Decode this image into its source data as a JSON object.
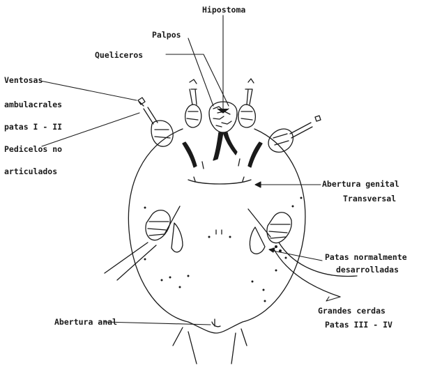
{
  "labels": {
    "hipostoma": "Hipostoma",
    "palpos": "Palpos",
    "queliceros": "Queliceros",
    "ventosas_line1": "Ventosas",
    "ventosas_line2": "ambulacrales",
    "ventosas_line3": "patas I - II",
    "pedicelos_line1": "Pedicelos no",
    "pedicelos_line2": "articulados",
    "abertura_genital_line1": "Abertura genital",
    "abertura_genital_line2": "Transversal",
    "patas_line1": "Patas normalmente",
    "patas_line2": "desarrolladas",
    "cerdas_line1": "Grandes cerdas",
    "cerdas_line2": "Patas III - IV",
    "abertura_anal": "Abertura anal"
  },
  "colors": {
    "ink": "#1a1a1a",
    "background": "#ffffff"
  }
}
